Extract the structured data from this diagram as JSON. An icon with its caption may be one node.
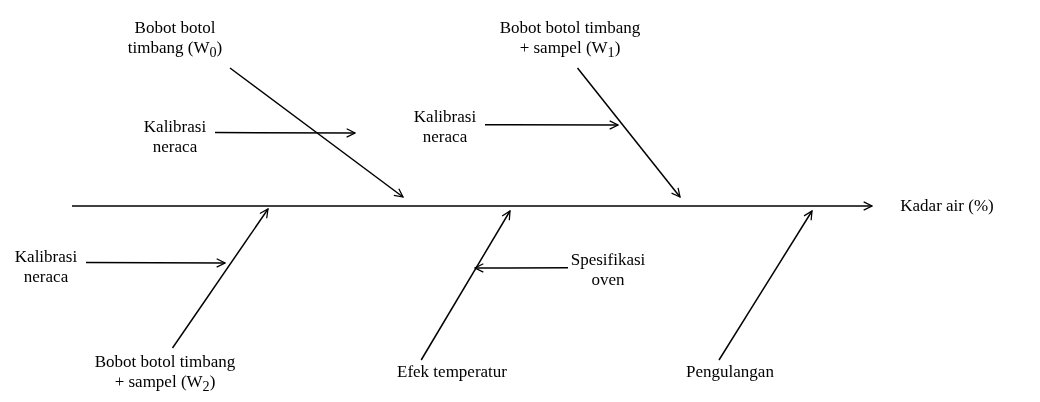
{
  "diagram": {
    "nodes": [
      {
        "text": [
          "Bobot botol timbang (W$_{0}$)"
        ]
      },
      {
        "text": [
          "Bobot botol timbang + sampel (W$_{1}$)"
        ]
      },
      {
        "text": [
          "Kalibrasi neraca"
        ]
      },
      {
        "text": [
          "Kalibrasi neraca"
        ]
      },
      {
        "text": [
          "Kadar air (%)"
        ]
      },
      {
        "text": [
          "Kalibrasi neraca"
        ]
      },
      {
        "text": [
          "Spesifikasi oven"
        ]
      },
      {
        "text": [
          "Bobot botol timbang + sampel (W$_{2}$)"
        ]
      },
      {
        "text": [
          "Efek temperatur"
        ]
      },
      {
        "text": [
          "Pengulangan"
        ]
      }
    ],
    "edges": [
      {
        "from": null,
        "to": 4,
        "arrow": "to"
      },
      {
        "from": 0,
        "to": null,
        "arrow": "to"
      },
      {
        "from": 2,
        "to": null,
        "arrow": "to"
      },
      {
        "from": 1,
        "to": null,
        "arrow": "to"
      },
      {
        "from": 3,
        "to": null,
        "arrow": "to"
      },
      {
        "from": 7,
        "to": null,
        "arrow": "to"
      },
      {
        "from": 5,
        "to": null,
        "arrow": "to"
      },
      {
        "from": 8,
        "to": null,
        "arrow": "to"
      },
      {
        "from": 6,
        "to": null,
        "arrow": "to"
      },
      {
        "from": 9,
        "to": null,
        "arrow": "to"
      }
    ]
  }
}
